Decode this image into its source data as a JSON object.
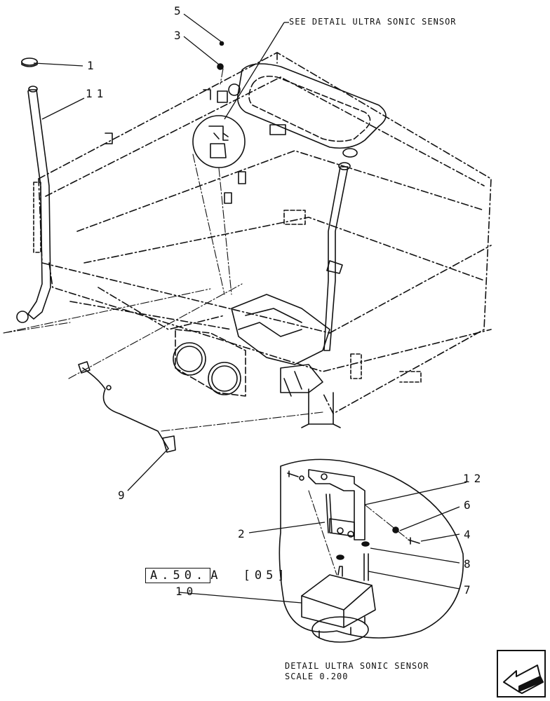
{
  "callouts": {
    "c1": "1",
    "c2": "2",
    "c3": "3",
    "c4": "4",
    "c5": "5",
    "c6": "6",
    "c7": "7",
    "c8": "8",
    "c9": "9",
    "c10": "10",
    "c11": "11",
    "c12": "12"
  },
  "see_detail_label": "SEE DETAIL  ULTRA SONIC SENSOR",
  "reference": {
    "code": "A.50.",
    "code_suffix": "A",
    "page": "[05]"
  },
  "detail_caption": {
    "title": "DETAIL  ULTRA SONIC SENSOR",
    "scale": "SCALE  0.200"
  },
  "nav": {
    "icon": "page-arrow-icon"
  }
}
